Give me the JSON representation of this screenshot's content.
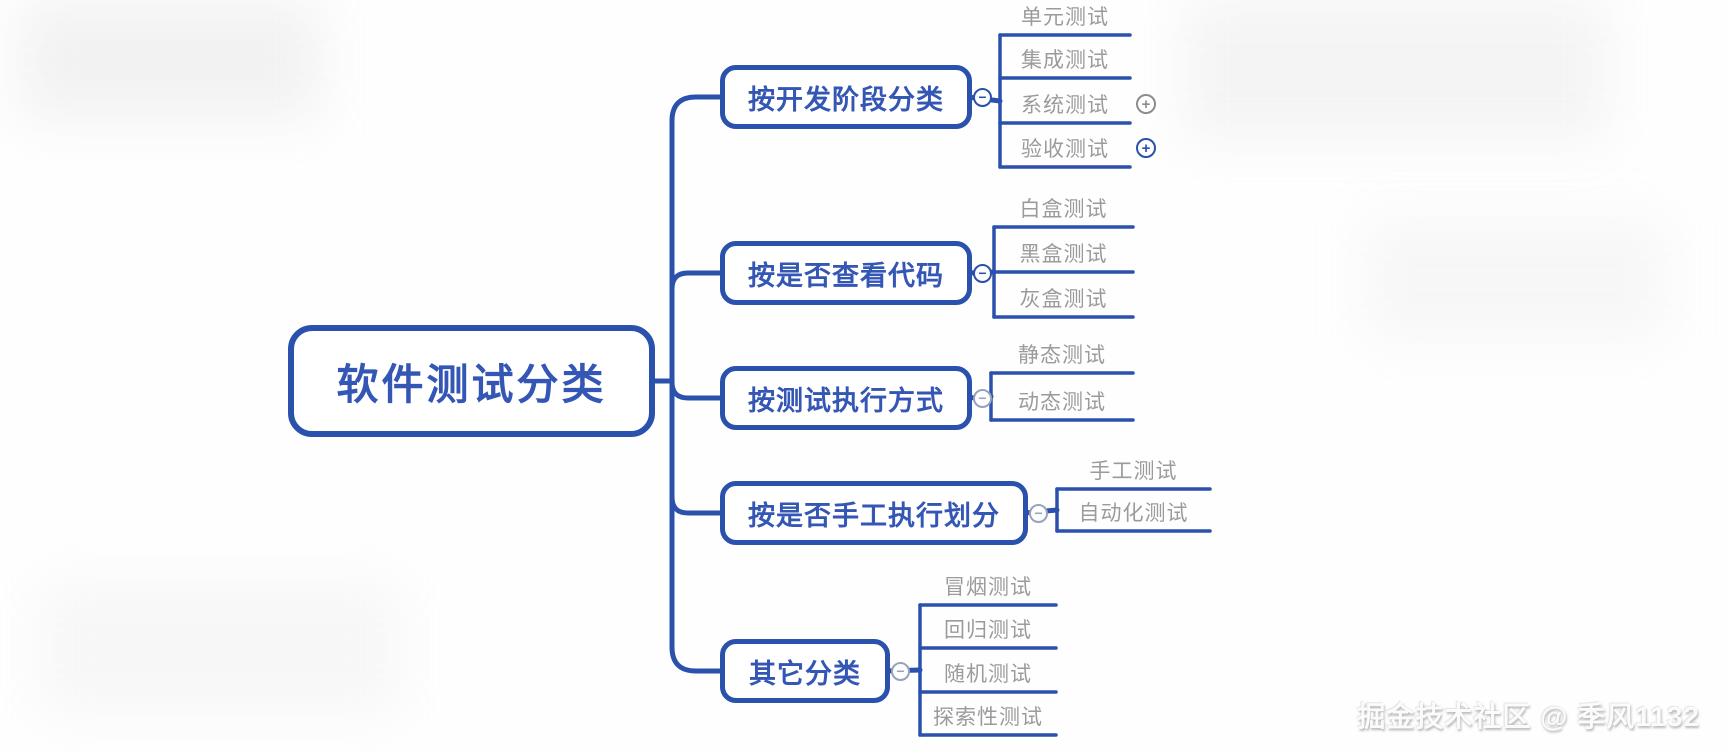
{
  "root": {
    "label": "软件测试分类"
  },
  "branches": [
    {
      "id": "dev-stage",
      "label": "按开发阶段分类",
      "collapse_color": "blue",
      "children": [
        {
          "label": "单元测试"
        },
        {
          "label": "集成测试"
        },
        {
          "label": "系统测试",
          "expand_icon": true,
          "expand_color": "gray"
        },
        {
          "label": "验收测试",
          "expand_icon": true,
          "expand_color": "blue"
        }
      ]
    },
    {
      "id": "code-visibility",
      "label": "按是否查看代码",
      "collapse_color": "blue",
      "children": [
        {
          "label": "白盒测试"
        },
        {
          "label": "黑盒测试"
        },
        {
          "label": "灰盒测试"
        }
      ]
    },
    {
      "id": "execution-mode",
      "label": "按测试执行方式",
      "collapse_color": "gray",
      "children": [
        {
          "label": "静态测试"
        },
        {
          "label": "动态测试"
        }
      ]
    },
    {
      "id": "manual-or-auto",
      "label": "按是否手工执行划分",
      "collapse_color": "gray",
      "children": [
        {
          "label": "手工测试"
        },
        {
          "label": "自动化测试"
        }
      ]
    },
    {
      "id": "other",
      "label": "其它分类",
      "collapse_color": "gray",
      "children": [
        {
          "label": "冒烟测试"
        },
        {
          "label": "回归测试"
        },
        {
          "label": "随机测试"
        },
        {
          "label": "探索性测试"
        }
      ]
    }
  ],
  "icons": {
    "collapse": "−",
    "expand": "+"
  },
  "colors": {
    "line": "#2a51ab",
    "node_text": "#3456b4",
    "leaf_text": "#9b9b9b",
    "collapse_blue": "#2a51ab",
    "collapse_gray": "#97a2bd",
    "expand_gray": "#8d8d8d",
    "expand_blue": "#2a51ab"
  },
  "watermark": "掘金技术社区 @ 季风1132"
}
